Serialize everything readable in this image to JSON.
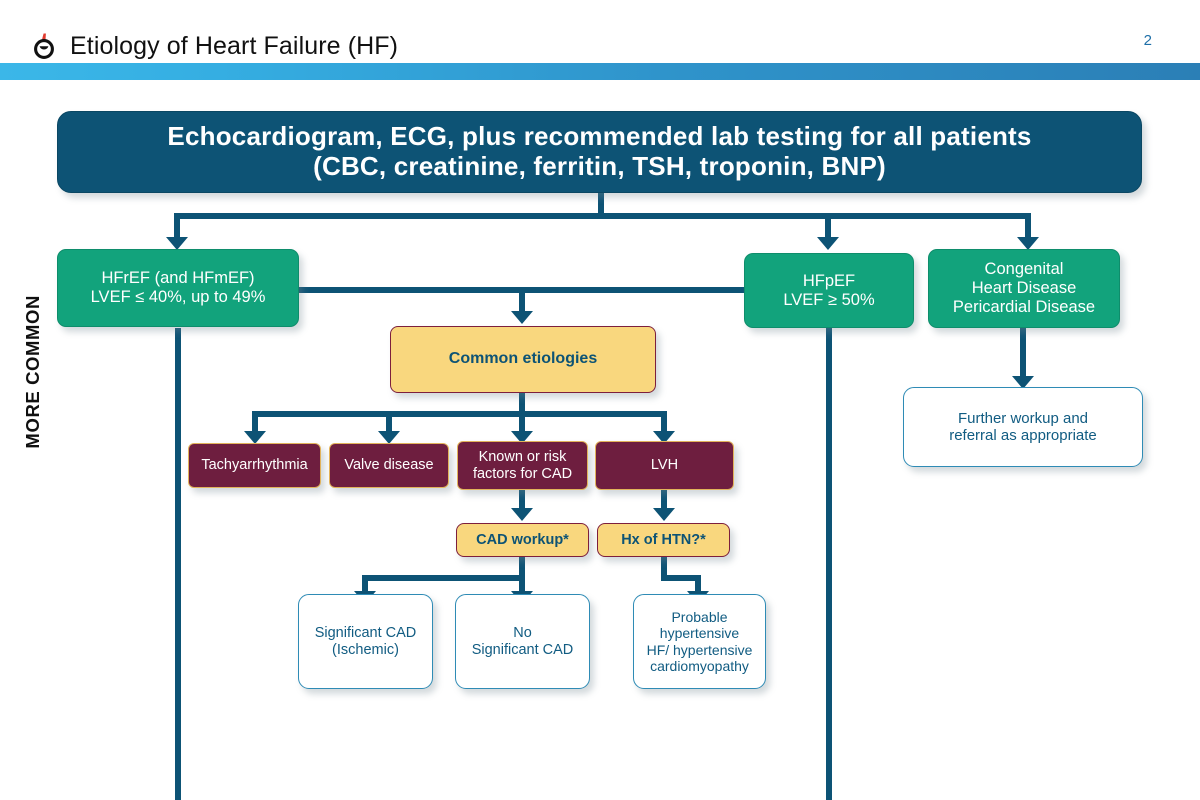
{
  "header": {
    "title": "Etiology of Heart Failure (HF)",
    "logo_icon": "heart-logo-icon",
    "page_number": "2"
  },
  "side_label": "MORE COMMON",
  "colors": {
    "header_bar_left": "#3BB7E8",
    "header_bar_right": "#2B7FB6",
    "dark_teal": "#0D5375",
    "green": "#12A37C",
    "yellow": "#F9D77E",
    "maroon": "#6E1E3F",
    "gold_border": "#E2B35B",
    "white_box_border": "#2E8BB5",
    "page_number_color": "#1E6FA8"
  },
  "chart_data": {
    "type": "flowchart",
    "title": "Etiology of Heart Failure (HF)",
    "nodes": [
      {
        "id": "master",
        "label": "Echocardiogram, ECG, plus recommended lab testing for all patients\n(CBC, creatinine, ferritin, TSH, troponin, BNP)",
        "style": "dark-teal"
      },
      {
        "id": "hfref",
        "label": "HFrEF (and HFmEF)\nLVEF ≤ 40%, up to 49%",
        "style": "green"
      },
      {
        "id": "hfpef",
        "label": "HFpEF\nLVEF ≥ 50%",
        "style": "green"
      },
      {
        "id": "congenital",
        "label": "Congenital\nHeart Disease\nPericardial Disease",
        "style": "green"
      },
      {
        "id": "etiologies",
        "label": "Common etiologies",
        "style": "yellow"
      },
      {
        "id": "tachy",
        "label": "Tachyarrhythmia",
        "style": "maroon"
      },
      {
        "id": "valve",
        "label": "Valve disease",
        "style": "maroon"
      },
      {
        "id": "cad_risk",
        "label": "Known or risk\nfactors for CAD",
        "style": "maroon"
      },
      {
        "id": "lvh",
        "label": "LVH",
        "style": "maroon"
      },
      {
        "id": "cad_workup",
        "label": "CAD workup*",
        "style": "yellow"
      },
      {
        "id": "hx_htn",
        "label": "Hx of HTN?*",
        "style": "yellow"
      },
      {
        "id": "sig_cad",
        "label": "Significant CAD\n(Ischemic)",
        "style": "white"
      },
      {
        "id": "no_sig_cad",
        "label": "No\nSignificant CAD",
        "style": "white"
      },
      {
        "id": "probable_htn",
        "label": "Probable\nhypertensive\nHF/ hypertensive\ncardiomyopathy",
        "style": "white"
      },
      {
        "id": "further",
        "label": "Further workup and\nreferral as appropriate",
        "style": "white"
      }
    ],
    "edges": [
      {
        "from": "master",
        "to": "hfref"
      },
      {
        "from": "master",
        "to": "hfpef"
      },
      {
        "from": "master",
        "to": "congenital"
      },
      {
        "from": "hfref",
        "to": "etiologies"
      },
      {
        "from": "hfpef",
        "to": "etiologies"
      },
      {
        "from": "congenital",
        "to": "further"
      },
      {
        "from": "etiologies",
        "to": "tachy"
      },
      {
        "from": "etiologies",
        "to": "valve"
      },
      {
        "from": "etiologies",
        "to": "cad_risk"
      },
      {
        "from": "etiologies",
        "to": "lvh"
      },
      {
        "from": "cad_risk",
        "to": "cad_workup"
      },
      {
        "from": "lvh",
        "to": "hx_htn"
      },
      {
        "from": "cad_workup",
        "to": "sig_cad"
      },
      {
        "from": "cad_workup",
        "to": "no_sig_cad"
      },
      {
        "from": "hx_htn",
        "to": "probable_htn"
      }
    ]
  }
}
